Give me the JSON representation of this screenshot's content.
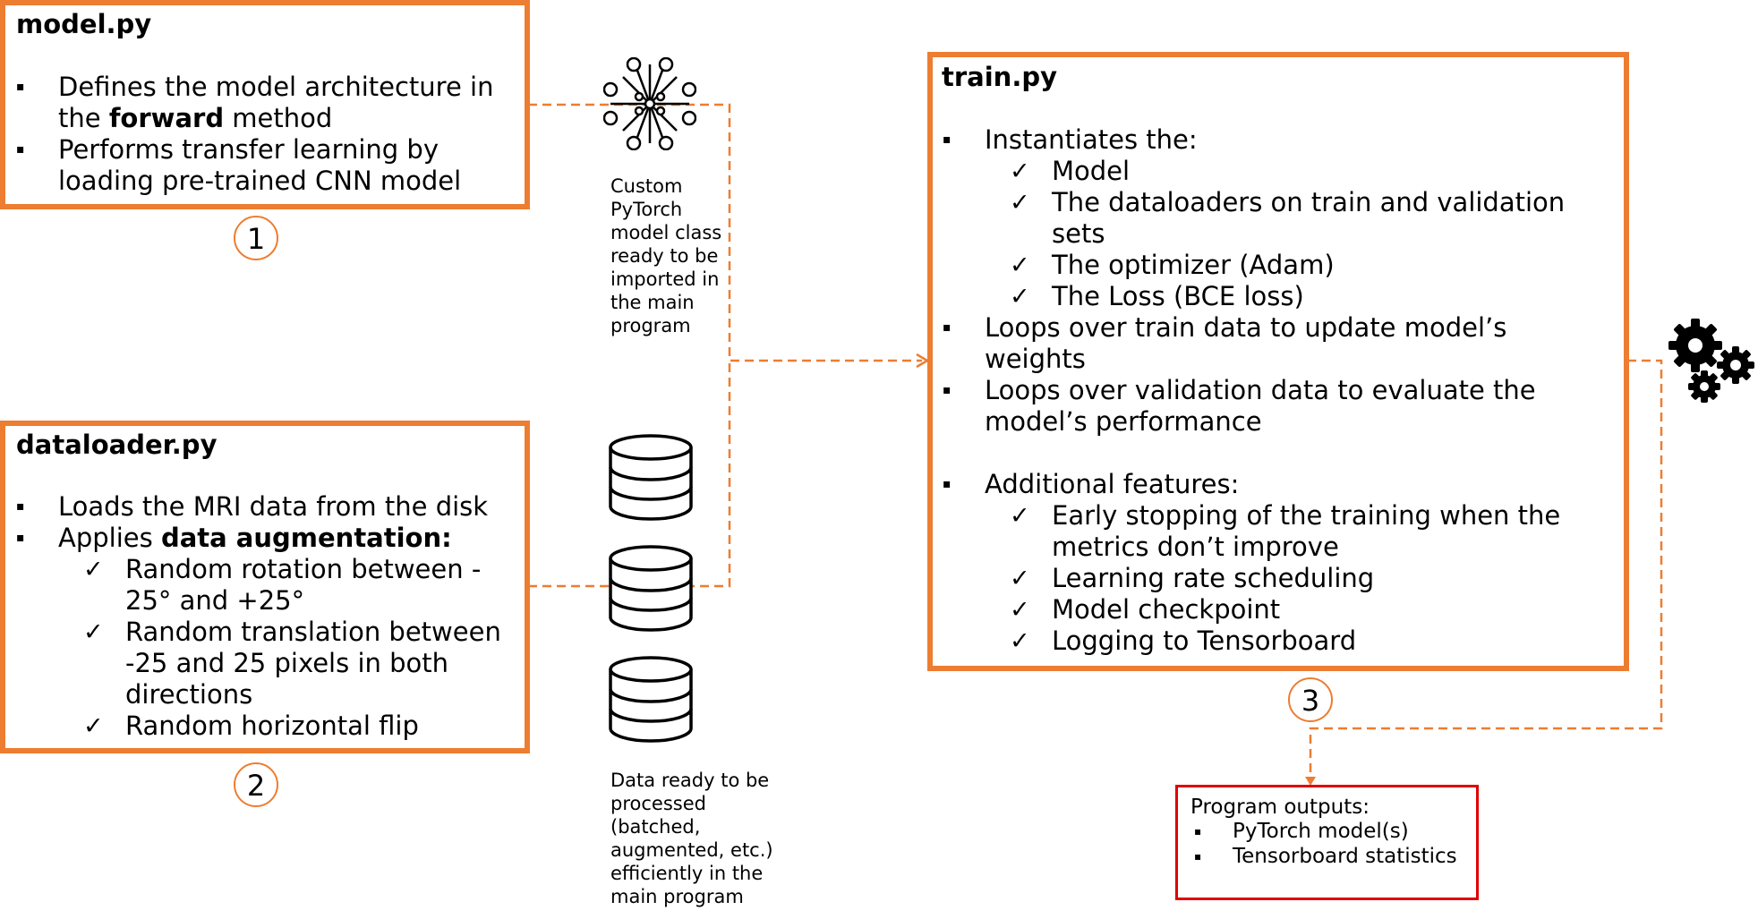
{
  "model_box": {
    "title": "model.py",
    "b1_pre": "Defines the model architecture in",
    "b1_l2_pre": "the ",
    "b1_l2_bold": "forward",
    "b1_l2_post": " method",
    "b2_l1": "Performs transfer learning by",
    "b2_l2": "loading pre-trained  CNN model",
    "step": "1"
  },
  "model_caption": [
    "Custom",
    "PyTorch",
    "model class",
    "ready to be",
    "imported in",
    "the main",
    "program"
  ],
  "dataloader_box": {
    "title": "dataloader.py",
    "b1": "Loads the MRI data from the disk",
    "b2_pre": "Applies ",
    "b2_bold": "data augmentation:",
    "c1_l1": "Random rotation between -",
    "c1_l2": "25° and +25°",
    "c2_l1": "Random translation between",
    "c2_l2": "-25 and 25 pixels in both",
    "c2_l3": "directions",
    "c3": "Random horizontal flip",
    "step": "2"
  },
  "data_caption": [
    "Data ready to be",
    "processed",
    "(batched,",
    "augmented, etc.)",
    "efficiently in the",
    "main program"
  ],
  "train_box": {
    "title": "train.py",
    "b1": "Instantiates the:",
    "c_model": "Model",
    "c_loaders_l1": "The dataloaders on train and validation",
    "c_loaders_l2": "sets",
    "c_opt": "The optimizer (Adam)",
    "c_loss": "The Loss (BCE loss)",
    "b2_l1": "Loops over train data to update model’s",
    "b2_l2": "weights",
    "b3_l1": "Loops over validation data to evaluate the",
    "b3_l2": "model’s performance",
    "b4": "Additional features:",
    "f1_l1": "Early stopping of the training when the",
    "f1_l2": "metrics don’t improve",
    "f2": "Learning rate scheduling",
    "f3": "Model checkpoint",
    "f4": "Logging to Tensorboard",
    "step": "3"
  },
  "outputs_box": {
    "title": "Program outputs:",
    "items": [
      "PyTorch model(s)",
      "Tensorboard statistics"
    ]
  },
  "symbols": {
    "bullet": "▪",
    "check": "✓"
  },
  "colors": {
    "accent": "#ED7D31",
    "output_border": "#E00000"
  },
  "icons": [
    "neural-network-icon",
    "database-icon",
    "gears-icon"
  ]
}
